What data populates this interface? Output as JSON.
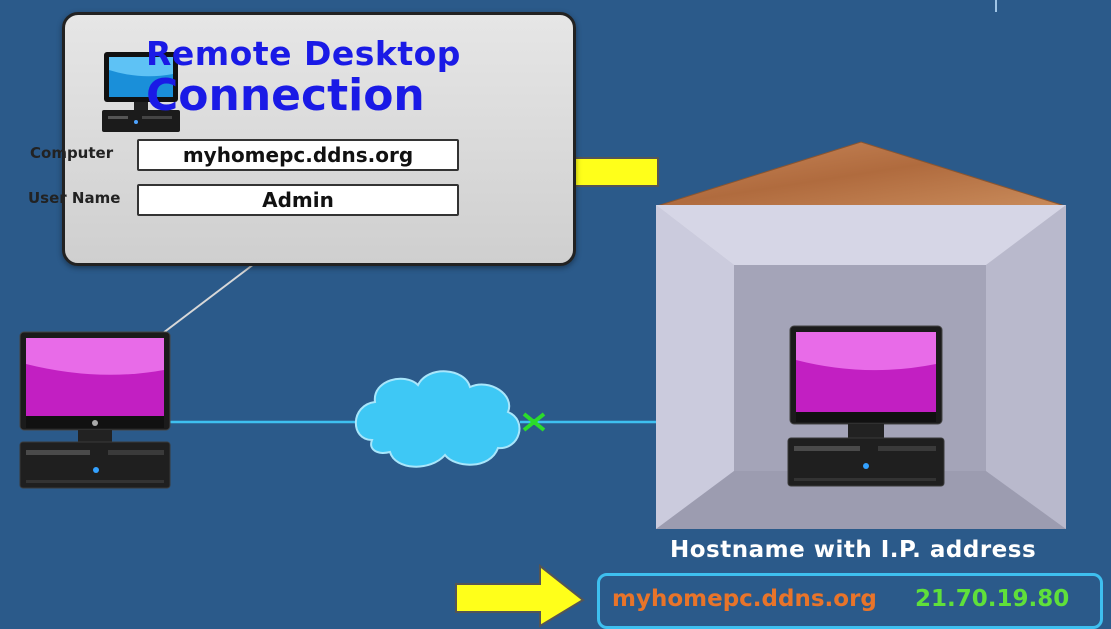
{
  "dialog": {
    "title_line1": "Remote Desktop",
    "title_line2": "Connection",
    "computer_label": "Computer",
    "computer_value": "myhomepc.ddns.org",
    "username_label": "User Name",
    "username_value": "Admin"
  },
  "caption": "Hostname with I.P. address",
  "host": {
    "name": "myhomepc.ddns.org",
    "ip": "21.70.19.80"
  },
  "colors": {
    "background": "#2b5a8a",
    "title": "#1a1ae6",
    "arrow": "#ffff1a",
    "link_line": "#3ec0f0",
    "hostname": "#e8742a",
    "ip": "#5fe03a"
  },
  "icons": [
    "desktop-computer-icon",
    "cloud-icon",
    "arrow-right-icon",
    "house-icon"
  ]
}
